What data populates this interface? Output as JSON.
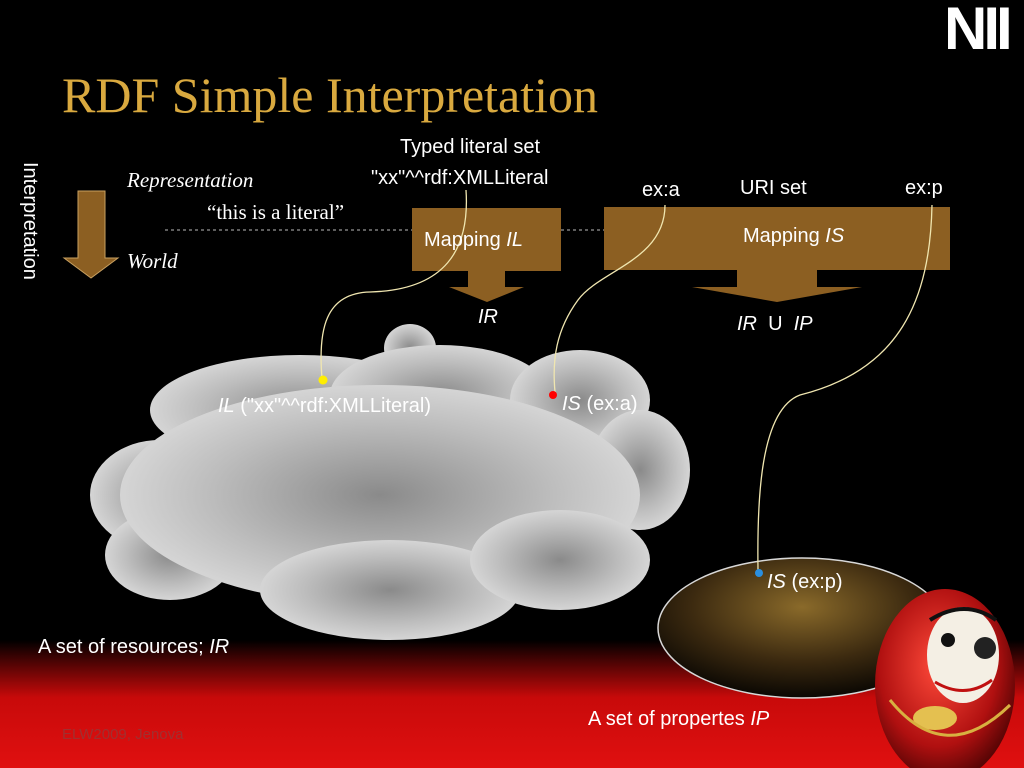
{
  "slide": {
    "title": "RDF Simple Interpretation",
    "logo": "NII",
    "footer": "ELW2009, Jenova"
  },
  "left_panel": {
    "vertical_label": "Interpretation",
    "representation": "Representation",
    "world": "World",
    "literal_example": "“this is a literal”"
  },
  "typed_literal": {
    "heading": "Typed literal set",
    "value": "\"xx\"^^rdf:XMLLiteral",
    "mapping_prefix": "Mapping ",
    "mapping_symbol": "IL",
    "target": "IR"
  },
  "uri": {
    "ex_a": "ex:a",
    "heading": "URI set",
    "ex_p": "ex:p",
    "mapping_prefix": "Mapping ",
    "mapping_symbol": "IS",
    "target_left": "IR",
    "union": "U",
    "target_right": "IP"
  },
  "cloud": {
    "il_symbol": "IL",
    "il_value": " (\"xx\"^^rdf:XMLLiteral)",
    "is_symbol": "IS",
    "is_value": " (ex:a)",
    "caption_prefix": "A set of resources; ",
    "caption_symbol": "IR"
  },
  "properties": {
    "is_symbol": "IS",
    "is_value": " (ex:p)",
    "caption_prefix": "A set of propertes ",
    "caption_symbol": "IP"
  },
  "colors": {
    "title": "#d9a93f",
    "mapping_box": "#8c5f22",
    "dot_literal": "#ffee00",
    "dot_resource": "#ff0000",
    "dot_property": "#2a8fe0"
  }
}
